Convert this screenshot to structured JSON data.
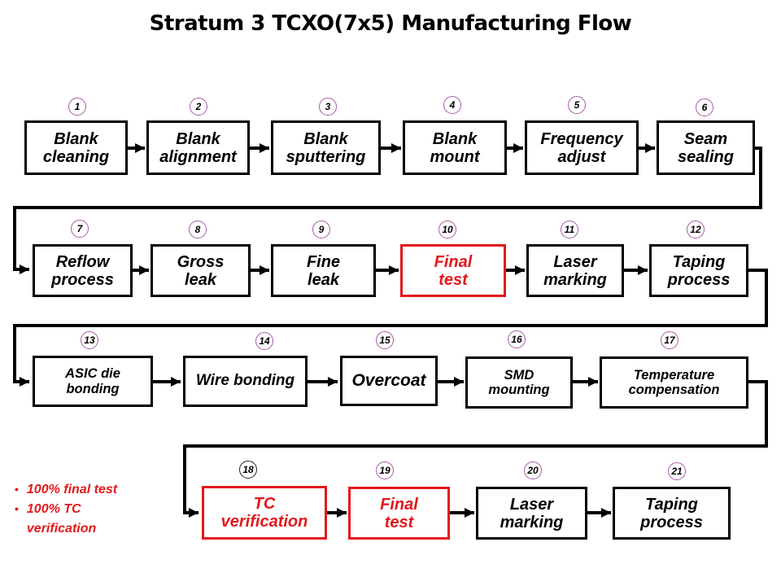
{
  "title": "Stratum 3 TCXO(7x5) Manufacturing Flow",
  "colors": {
    "box_border": "#000000",
    "highlight_red": "#E3181C",
    "circle_purple": "#A55CA5",
    "circle_dark_step18": "#222222",
    "background": "#FFFFFF"
  },
  "steps": [
    {
      "num": "1",
      "label": "Blank\ncleaning",
      "highlight": false
    },
    {
      "num": "2",
      "label": "Blank\nalignment",
      "highlight": false
    },
    {
      "num": "3",
      "label": "Blank\nsputtering",
      "highlight": false
    },
    {
      "num": "4",
      "label": "Blank\nmount",
      "highlight": false
    },
    {
      "num": "5",
      "label": "Frequency\nadjust",
      "highlight": false
    },
    {
      "num": "6",
      "label": "Seam\nsealing",
      "highlight": false
    },
    {
      "num": "7",
      "label": "Reflow\nprocess",
      "highlight": false
    },
    {
      "num": "8",
      "label": "Gross\nleak",
      "highlight": false
    },
    {
      "num": "9",
      "label": "Fine\nleak",
      "highlight": false
    },
    {
      "num": "10",
      "label": "Final\ntest",
      "highlight": true
    },
    {
      "num": "11",
      "label": "Laser\nmarking",
      "highlight": false
    },
    {
      "num": "12",
      "label": "Taping\nprocess",
      "highlight": false
    },
    {
      "num": "13",
      "label": "ASIC die\nbonding",
      "highlight": false
    },
    {
      "num": "14",
      "label": "Wire bonding",
      "highlight": false
    },
    {
      "num": "15",
      "label": "Overcoat",
      "highlight": false
    },
    {
      "num": "16",
      "label": "SMD\nmounting",
      "highlight": false
    },
    {
      "num": "17",
      "label": "Temperature\ncompensation",
      "highlight": false
    },
    {
      "num": "18",
      "label": "TC\nverification",
      "highlight": true
    },
    {
      "num": "19",
      "label": "Final\ntest",
      "highlight": true
    },
    {
      "num": "20",
      "label": "Laser\nmarking",
      "highlight": false
    },
    {
      "num": "21",
      "label": "Taping\nprocess",
      "highlight": false
    }
  ],
  "notes": {
    "bullet": "•",
    "items": [
      {
        "text": "100% final test"
      },
      {
        "text": "100% TC verification"
      }
    ]
  }
}
